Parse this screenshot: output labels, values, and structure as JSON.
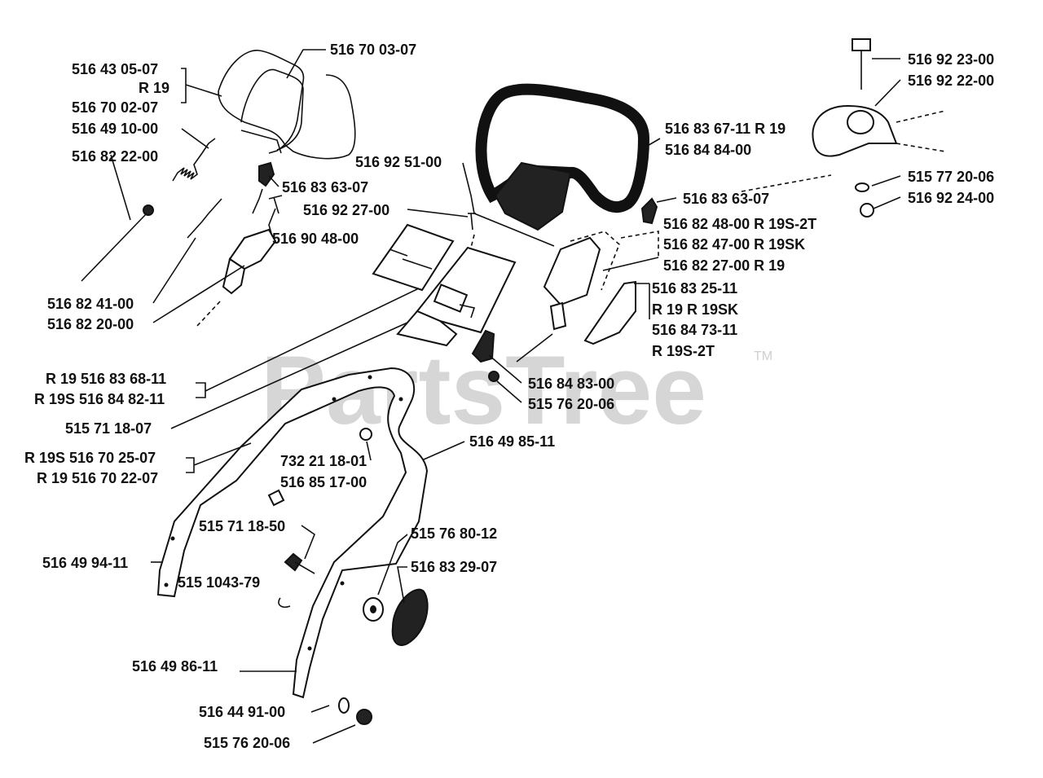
{
  "watermark": {
    "brand": "PartsTree",
    "trademark": "TM"
  },
  "callouts": [
    "516 43 05-07",
    "R 19",
    "516 70 02-07",
    "516 70 03-07",
    "516 49 10-00",
    "516 82 22-00",
    "516 83 63-07",
    "516 92 27-00",
    "516 90 48-00",
    "516 92 51-00",
    "516 83 67-11 R 19",
    "516 84 84-00",
    "516 92 23-00",
    "516 92 22-00",
    "515 77 20-06",
    "516 92 24-00",
    "516 83 63-07",
    "516 82 48-00 R 19S-2T",
    "516 82 47-00 R 19SK",
    "516 82 27-00 R 19",
    "516 83 25-11",
    "R 19 R 19SK",
    "516 84 73-11",
    "R 19S-2T",
    "516 82 41-00",
    "516 82 20-00",
    "R 19 516 83 68-11",
    "R 19S 516 84 82-11",
    "516 84 83-00",
    "515 76 20-06",
    "515 71 18-07",
    "R 19S 516 70 25-07",
    "R 19 516 70 22-07",
    "732 21 18-01",
    "516 49 85-11",
    "516 85 17-00",
    "515 71 18-50",
    "515 76 80-12",
    "516 49 94-11",
    "516 83 29-07",
    "515 1043-79",
    "516 49 86-11",
    "516 44 91-00",
    "515 76 20-06"
  ]
}
